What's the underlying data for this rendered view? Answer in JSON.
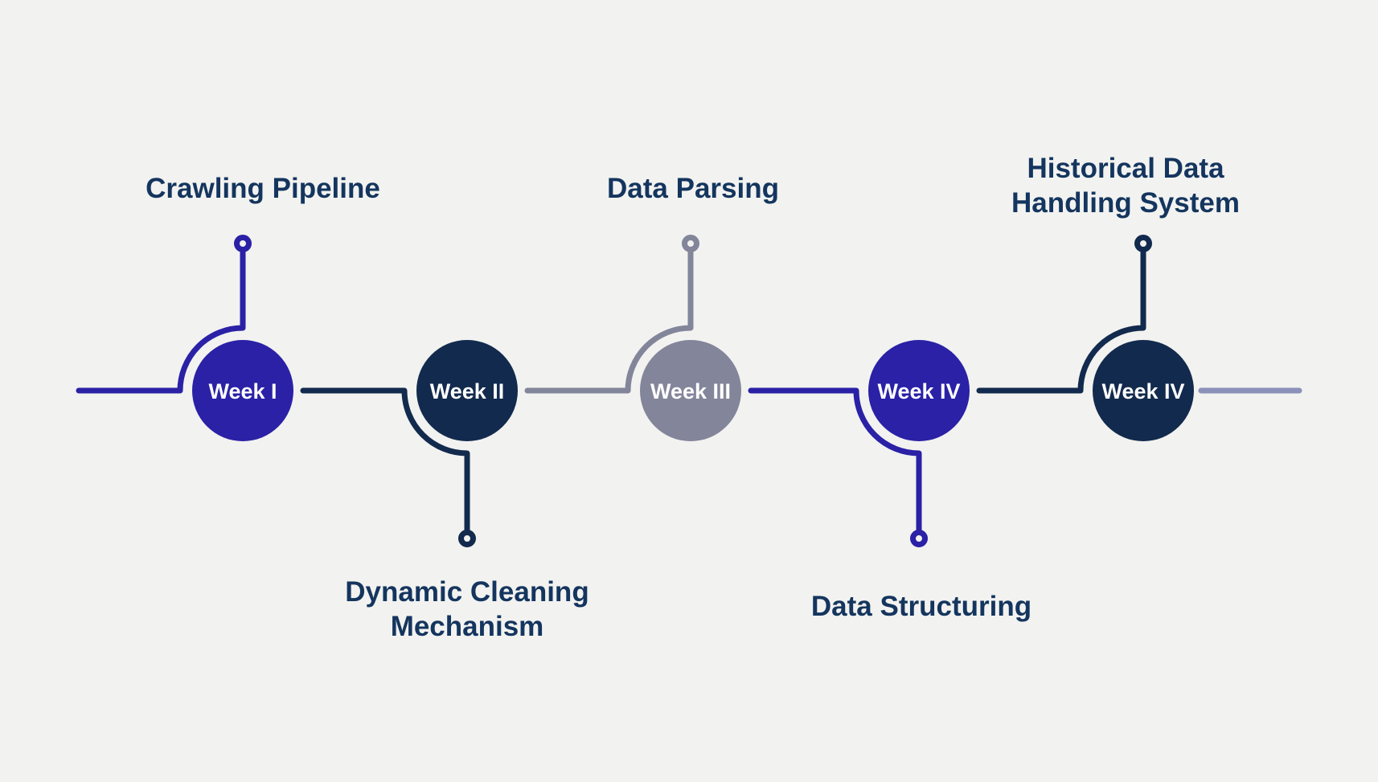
{
  "colors": {
    "background": "#F2F2F0",
    "indigo": "#2A21A6",
    "navy": "#122A4D",
    "gray": "#83859A",
    "trailing_line": "#8C91B9",
    "title_text": "#14355E",
    "node_label_text": "#FFFFFF"
  },
  "timeline": {
    "nodes": [
      {
        "label": "Week I",
        "title": "Crawling Pipeline",
        "title_lines": [
          "Crawling Pipeline"
        ],
        "color": "#2A21A6",
        "callout_position": "above"
      },
      {
        "label": "Week II",
        "title": "Dynamic Cleaning Mechanism",
        "title_lines": [
          "Dynamic Cleaning",
          "Mechanism"
        ],
        "color": "#122A4D",
        "callout_position": "below"
      },
      {
        "label": "Week III",
        "title": "Data Parsing",
        "title_lines": [
          "Data Parsing"
        ],
        "color": "#83859A",
        "callout_position": "above"
      },
      {
        "label": "Week IV",
        "title": "Data Structuring",
        "title_lines": [
          "Data Structuring"
        ],
        "color": "#2A21A6",
        "callout_position": "below"
      },
      {
        "label": "Week IV",
        "title": "Historical Data Handling System",
        "title_lines": [
          "Historical Data",
          "Handling System"
        ],
        "color": "#122A4D",
        "callout_position": "above"
      }
    ]
  }
}
